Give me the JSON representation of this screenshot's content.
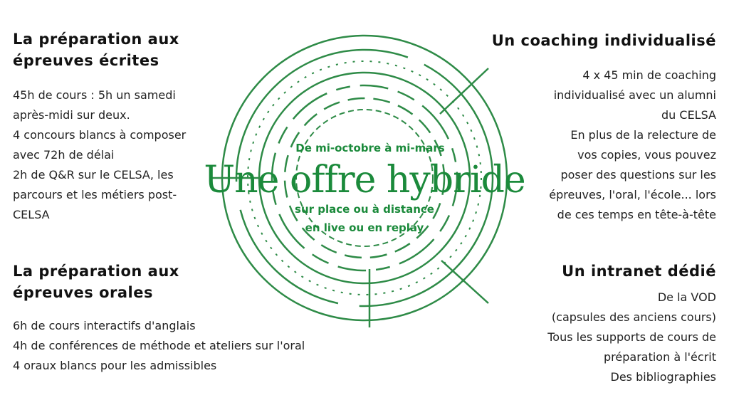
{
  "top_left": {
    "heading": [
      "La préparation aux",
      "épreuves écrites"
    ],
    "lines": [
      "45h de cours : 5h un samedi",
      "après-midi sur deux.",
      "4 concours blancs à composer",
      "avec 72h de délai",
      "2h de Q&R sur le CELSA, les",
      "parcours et les métiers post-",
      "CELSA"
    ]
  },
  "bottom_left": {
    "heading": [
      "La préparation aux",
      "épreuves orales"
    ],
    "lines": [
      "6h de cours interactifs d'anglais",
      "4h de conférences de méthode et ateliers sur l'oral",
      "4 oraux blancs pour les admissibles"
    ]
  },
  "top_right": {
    "heading": "Un coaching individualisé",
    "lines": [
      "4 x  45 min  de coaching",
      "individualisé avec un alumni",
      "du CELSA",
      "En plus de la relecture de",
      "vos copies, vous pouvez",
      "poser des questions sur les",
      "épreuves, l'oral, l'école... lors",
      "de ces temps en tête-à-tête"
    ]
  },
  "bottom_right": {
    "heading": "Un intranet dédié",
    "lines": [
      "De la VOD",
      "(capsules des anciens cours)",
      "Tous les supports de cours de",
      "préparation à l'écrit",
      "Des bibliographies"
    ]
  },
  "center": {
    "dates": "De mi-octobre à mi-mars",
    "title": "Une offre hybride",
    "mode_1": "sur place ou à distance",
    "mode_2": "en live ou en replay"
  },
  "colors": {
    "accent_green": "#1b8a3b",
    "circle_green": "#2e8b47"
  }
}
